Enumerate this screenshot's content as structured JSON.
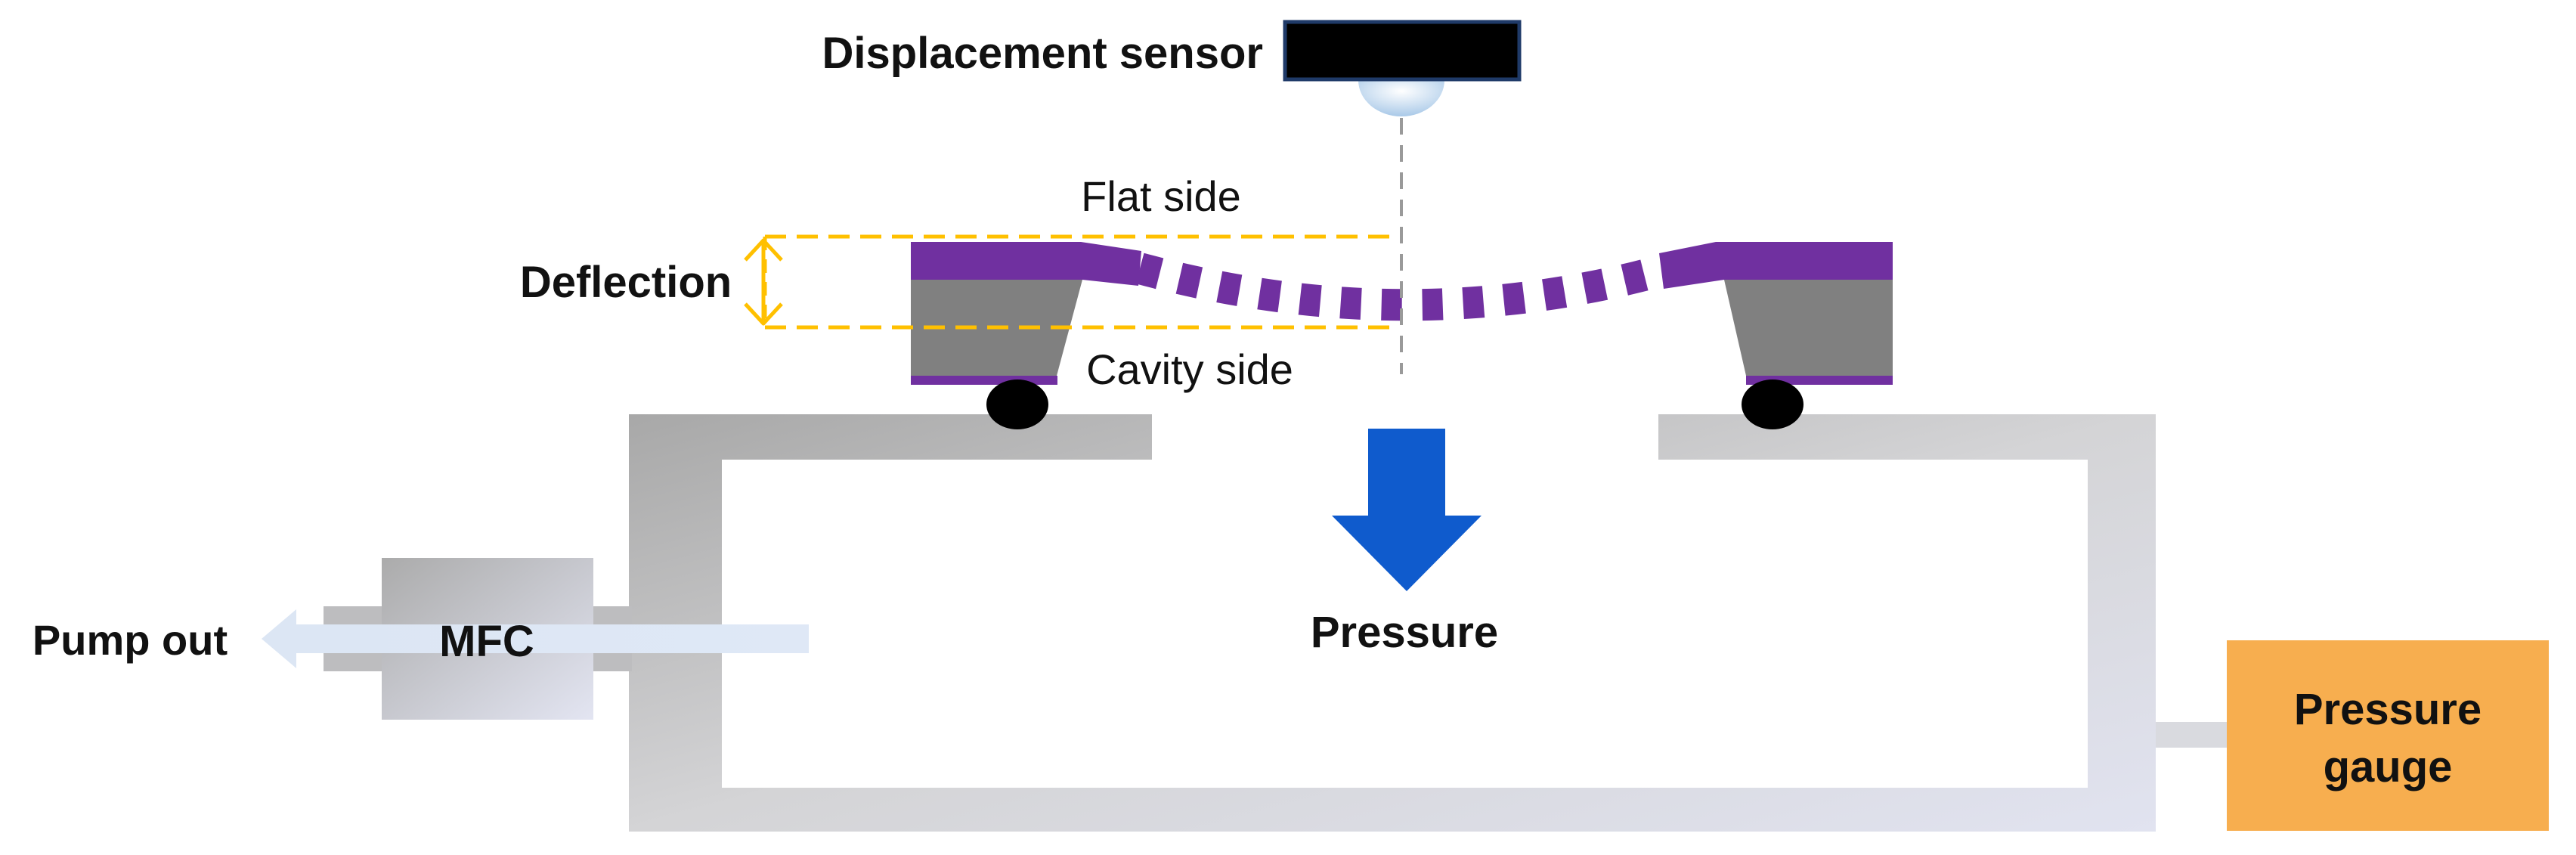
{
  "labels": {
    "displacement_sensor": "Displacement sensor",
    "flat_side": "Flat side",
    "cavity_side": "Cavity side",
    "deflection": "Deflection",
    "pressure": "Pressure",
    "mfc": "MFC",
    "pump_out": "Pump out",
    "gauge_line1": "Pressure",
    "gauge_line2": "gauge"
  },
  "colors": {
    "membrane": "#7030a0",
    "frame": "#808080",
    "pressure_arrow": "#0f5bcd",
    "deflection_marker": "#ffc000",
    "gauge_box": "#f7ae4f",
    "sensor": "#000000",
    "sensor_outline": "#1f3a68"
  }
}
